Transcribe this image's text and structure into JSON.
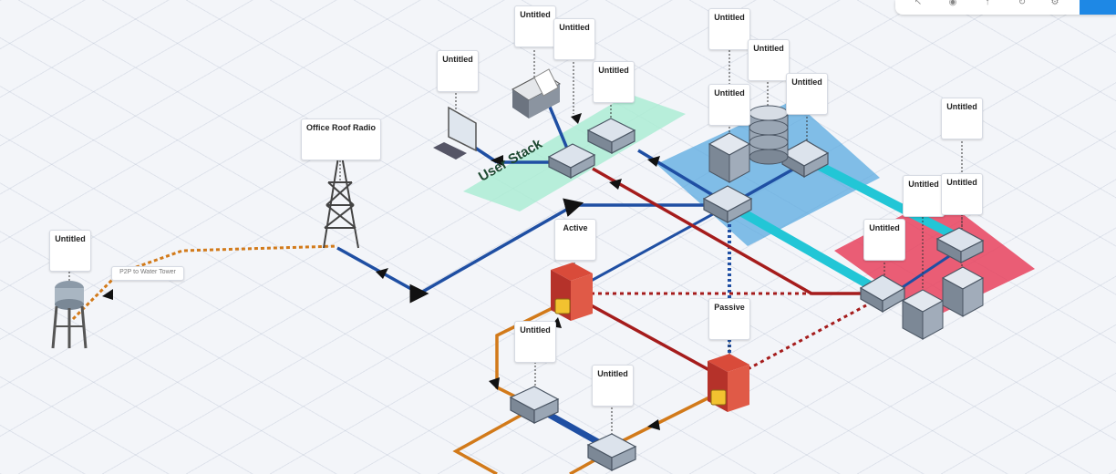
{
  "diagram": {
    "title_labels": {
      "water_tower": "Untitled",
      "p2p_link": "P2P to Water Tower",
      "radio": "Office Roof Radio",
      "pc": "Untitled",
      "printer_a": "Untitled",
      "printer_b": "Untitled",
      "switch_top": "Untitled",
      "active": "Active",
      "passive": "Passive",
      "rack_a": "Untitled",
      "rack_b": "Untitled",
      "db": "Untitled",
      "db_b": "Untitled",
      "right_top": "Untitled",
      "right_mid": "Untitled",
      "right_mid2": "Untitled",
      "right_low": "Untitled",
      "sw_low_left": "Untitled",
      "sw_low_right": "Untitled"
    },
    "zone_user_stack": "User Stack",
    "colors": {
      "blue": "#1f4fa3",
      "red": "#a51c1c",
      "orange": "#d27a1a",
      "cyan": "#22c6d6",
      "zone_blue": "#5aa9e0",
      "zone_red": "#e8425e",
      "zone_green": "#a8ecd2"
    }
  },
  "toolbar": {
    "icons": [
      "pointer-icon",
      "node-icon",
      "pin-icon",
      "refresh-icon",
      "gear-icon"
    ]
  }
}
